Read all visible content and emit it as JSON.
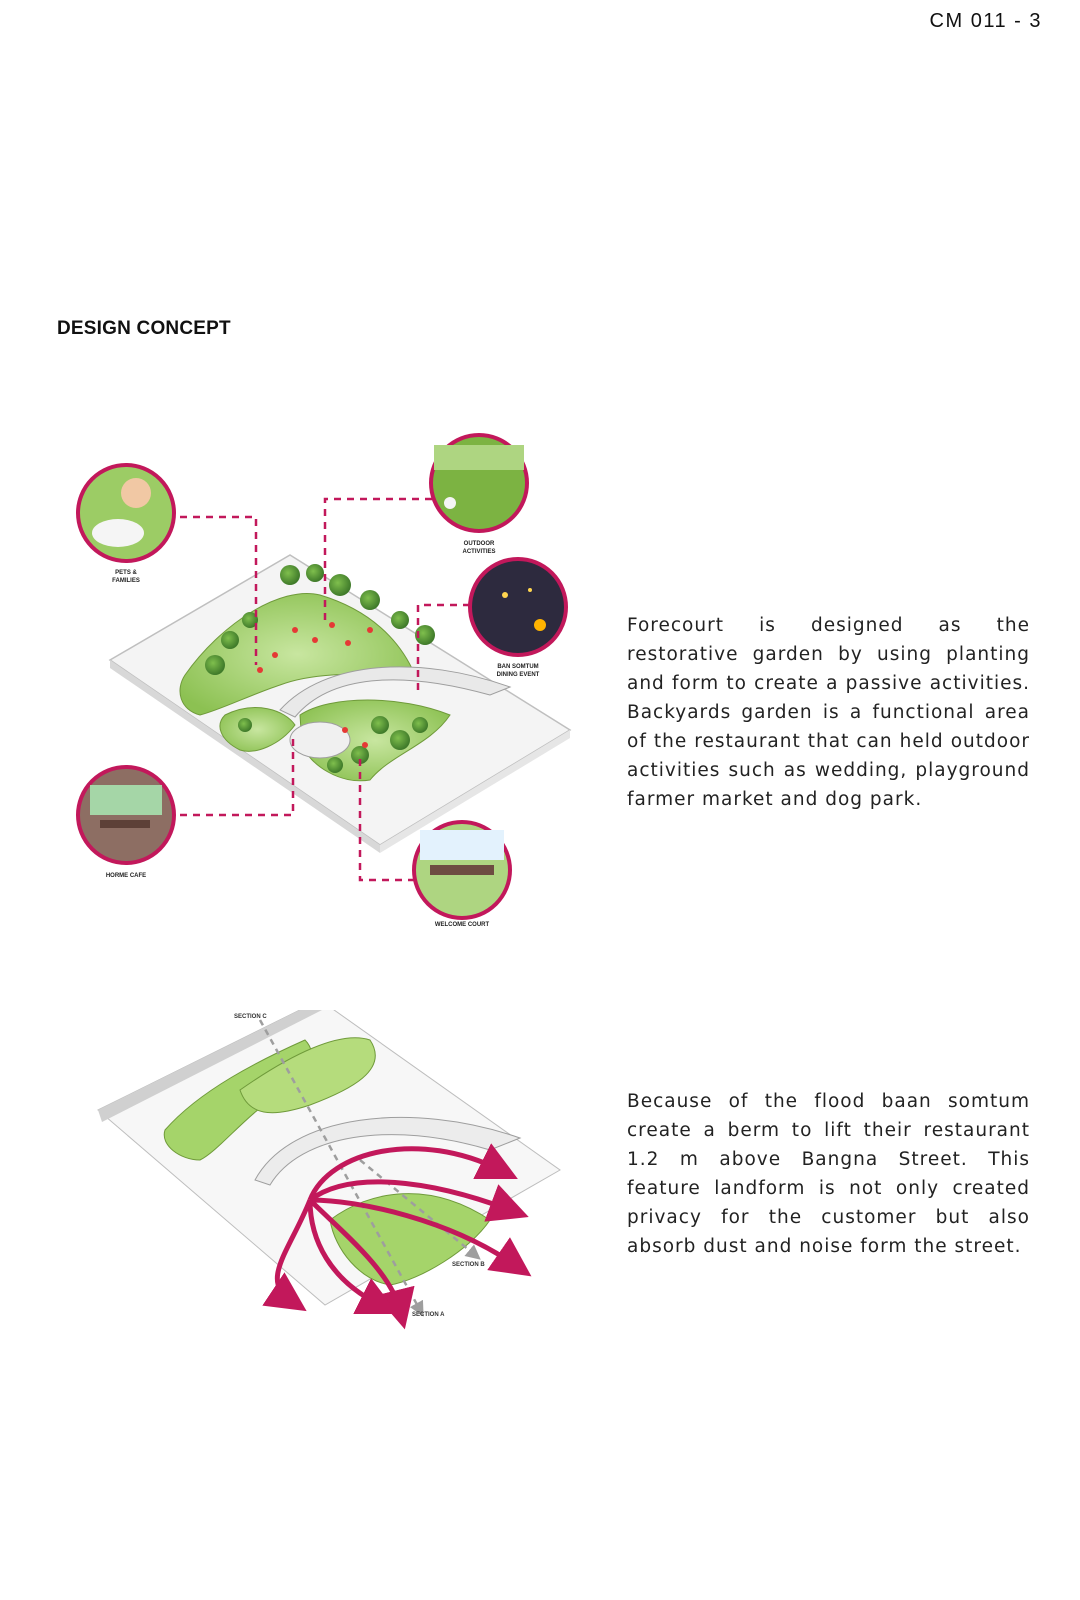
{
  "header": {
    "page_code": "CM 011 - 3"
  },
  "section": {
    "title": "DESIGN CONCEPT"
  },
  "diagram1": {
    "callouts": {
      "pets_families": [
        "PETS &",
        "FAMILIES"
      ],
      "outdoor_activities": [
        "OUTDOOR",
        "ACTIVITIES"
      ],
      "dining_event": [
        "BAN SOMTUM",
        "DINING EVENT"
      ],
      "horme_cafe": "HORME CAFE",
      "welcome_court": "WELCOME COURT"
    },
    "accent_color": "#c2185b"
  },
  "diagram2": {
    "labels": {
      "section_c": "SECTION C",
      "section_b": "SECTION B",
      "section_a": "SECTION A"
    }
  },
  "paragraphs": {
    "forecourt": "Forecourt is designed as the restorative garden by using planting and form to create a passive activities. Backyards garden is a functional area of the restaurant that can held outdoor activities such as wedding, playground farmer market and dog park.",
    "flood": "Because of the flood baan somtum create a berm to lift their restaurant 1.2 m above Bangna Street. This feature landform is not only created privacy for the customer but also absorb dust and noise form the street."
  }
}
